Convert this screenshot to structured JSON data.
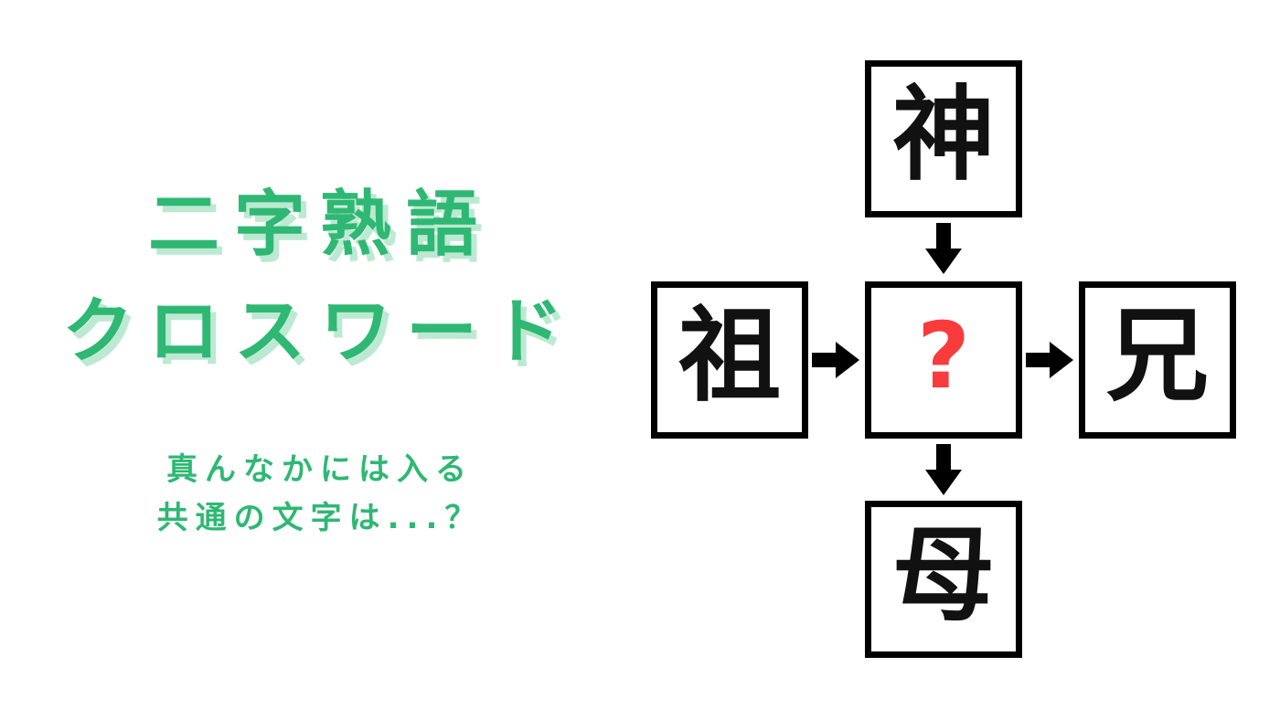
{
  "title": {
    "line1": "二字熟語",
    "line2": "クロスワード"
  },
  "subtitle": {
    "line1": "真んなかには入る",
    "line2": "共通の文字は...？"
  },
  "puzzle": {
    "top": "神",
    "left": "祖",
    "center": "?",
    "right": "兄",
    "bottom": "母"
  },
  "colors": {
    "title_green": "#2eb873",
    "title_shadow_green": "#bce9d2",
    "question_red": "#fa3b3b",
    "box_border": "#000000",
    "background": "#ffffff"
  }
}
